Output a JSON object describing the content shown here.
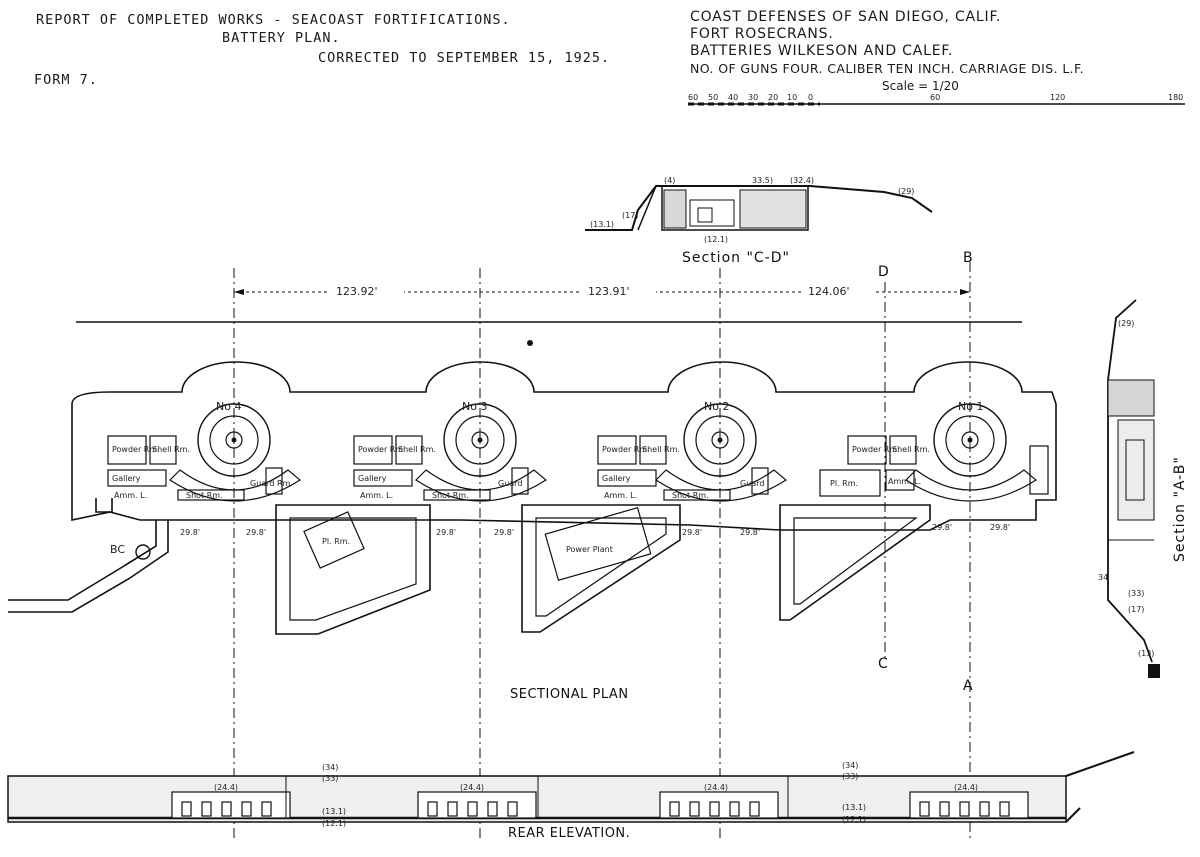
{
  "header": {
    "left": {
      "line1": "REPORT OF COMPLETED WORKS - SEACOAST FORTIFICATIONS.",
      "line2": "BATTERY PLAN.",
      "line3": "CORRECTED TO  SEPTEMBER 15, 1925.",
      "form": "FORM 7."
    },
    "right": {
      "line1": "COAST DEFENSES OF SAN DIEGO, CALIF.",
      "line2": "FORT ROSECRANS.",
      "line3": "BATTERIES WILKESON AND CALEF.",
      "line4": "NO. OF GUNS FOUR.  CALIBER TEN INCH.  CARRIAGE DIS. L.F.",
      "scale_label": "Scale = 1/20"
    }
  },
  "scale_bar": {
    "ticks": [
      "60",
      "50",
      "40",
      "30",
      "20",
      "10",
      "0",
      "60",
      "120",
      "180"
    ]
  },
  "section_cd": {
    "title": "Section \"C-D\"",
    "elevations": [
      "(4)",
      "33.5)",
      "(32.4)",
      "(29)",
      "(17)",
      "(13.1)",
      "(12.1)"
    ]
  },
  "section_ab": {
    "title": "Section \"A-B\"",
    "elevations": [
      "(29)",
      "(33)",
      "(17)",
      "(13)",
      "34"
    ]
  },
  "cut_markers": {
    "a": "A",
    "b": "B",
    "c": "C",
    "d": "D"
  },
  "spacing": [
    "123.92'",
    "123.91'",
    "124.06'"
  ],
  "emplacements": [
    {
      "label": "No 4",
      "rooms": [
        "Powder Rm.",
        "Shell Rm.",
        "Gallery",
        "Shot Rm.",
        "Amm. L.",
        "Guard Rm."
      ]
    },
    {
      "label": "No 3",
      "rooms": [
        "Powder Rm.",
        "Shell Rm.",
        "Gallery",
        "Shot Rm.",
        "Amm. L.",
        "Guard"
      ]
    },
    {
      "label": "No 2",
      "rooms": [
        "Powder Rm.",
        "Shell Rm.",
        "Gallery",
        "Shot Rm.",
        "Amm. L.",
        "Guard"
      ]
    },
    {
      "label": "No 1",
      "rooms": [
        "Powder Rm.",
        "Shell Rm.",
        "Amm. L."
      ]
    }
  ],
  "plotting_rooms": [
    "Pl. Rm.",
    "Pl. Rm."
  ],
  "power_plant": "Power Plant",
  "bc_label": "BC",
  "floor_elevations": [
    "29.8'",
    "29.8'",
    "29.8'",
    "29.8'",
    "29.8'",
    "29.8'",
    "29.8'",
    "29.8'"
  ],
  "sectional_plan_label": "SECTIONAL PLAN",
  "rear_elevation": {
    "title": "REAR ELEVATION.",
    "marks": [
      "(34)",
      "(33)",
      "(24.4)",
      "(24.4)",
      "(24.4)",
      "(24.4)",
      "(13.1)",
      "(12.1)",
      "(34)",
      "(33)",
      "(13.1)",
      "(12.1)"
    ]
  }
}
